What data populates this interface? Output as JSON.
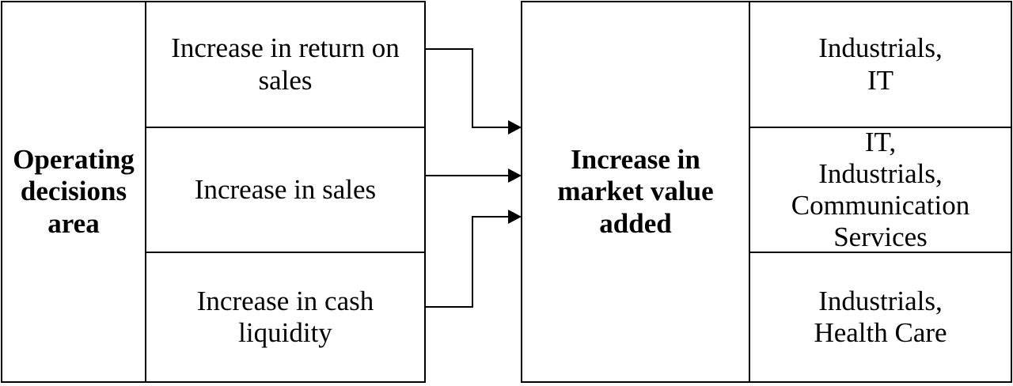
{
  "diagram": {
    "left_panel": {
      "title": "Operating\ndecisions\narea",
      "rows": [
        "Increase in return on\nsales",
        "Increase in sales",
        "Increase in cash\nliquidity"
      ]
    },
    "center_box": {
      "title": "Increase in\nmarket value\nadded"
    },
    "right_panel": {
      "rows": [
        "Industrials,\nIT",
        "IT,\nIndustrials,\nCommunication\nServices",
        "Industrials,\nHealth Care"
      ]
    },
    "colors": {
      "line": "#000000",
      "text": "#000000",
      "background": "#ffffff"
    }
  }
}
